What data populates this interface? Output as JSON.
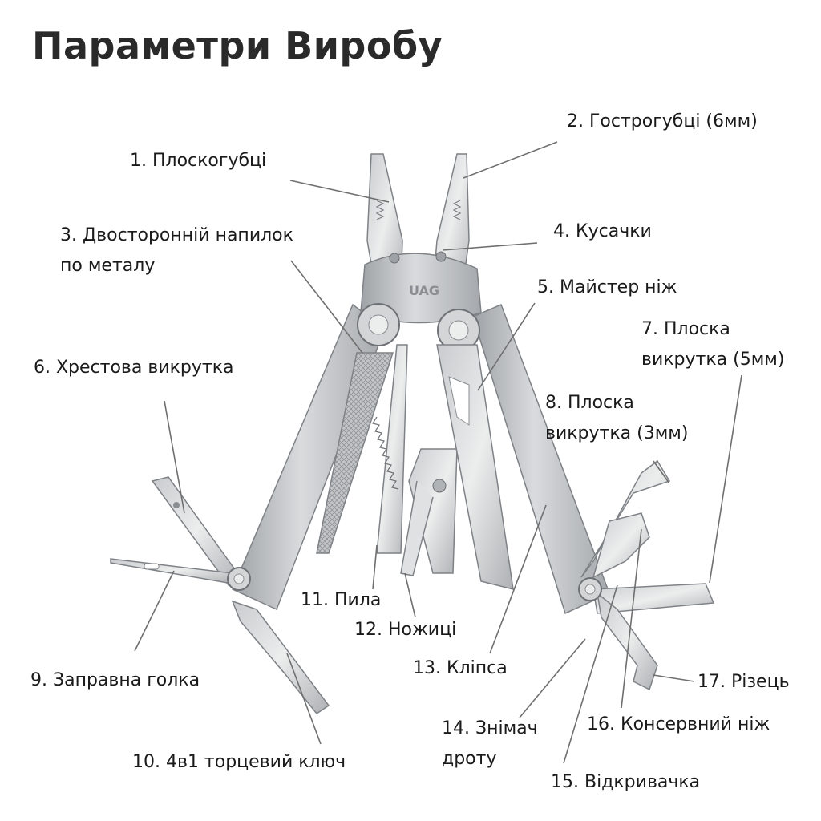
{
  "title": "Параметри Виробу",
  "logo_text": "UAG",
  "colors": {
    "steel": "#b9bcbf",
    "steel_dark": "#8d9195",
    "steel_light": "#dfe1e3",
    "leader": "#6f6f6f",
    "text": "#1a1a1a"
  },
  "labels": {
    "l1": "1. Плоскогубці",
    "l2": "2. Гострогубці (6мм)",
    "l3a": "3. Двосторонній напилок",
    "l3b": "по металу",
    "l4": "4. Кусачки",
    "l5": "5. Майстер ніж",
    "l6": "6. Хрестова викрутка",
    "l7a": "7. Плоска",
    "l7b": "викрутка (5мм)",
    "l8a": "8. Плоска",
    "l8b": "викрутка (3мм)",
    "l9": "9. Заправна голка",
    "l10": "10. 4в1 торцевий ключ",
    "l11": "11. Пила",
    "l12": "12. Ножиці",
    "l13": "13. Кліпса",
    "l14a": "14. Знімач",
    "l14b": "дроту",
    "l15": "15. Відкривачка",
    "l16": "16. Консервний ніж",
    "l17": "17. Різець"
  }
}
